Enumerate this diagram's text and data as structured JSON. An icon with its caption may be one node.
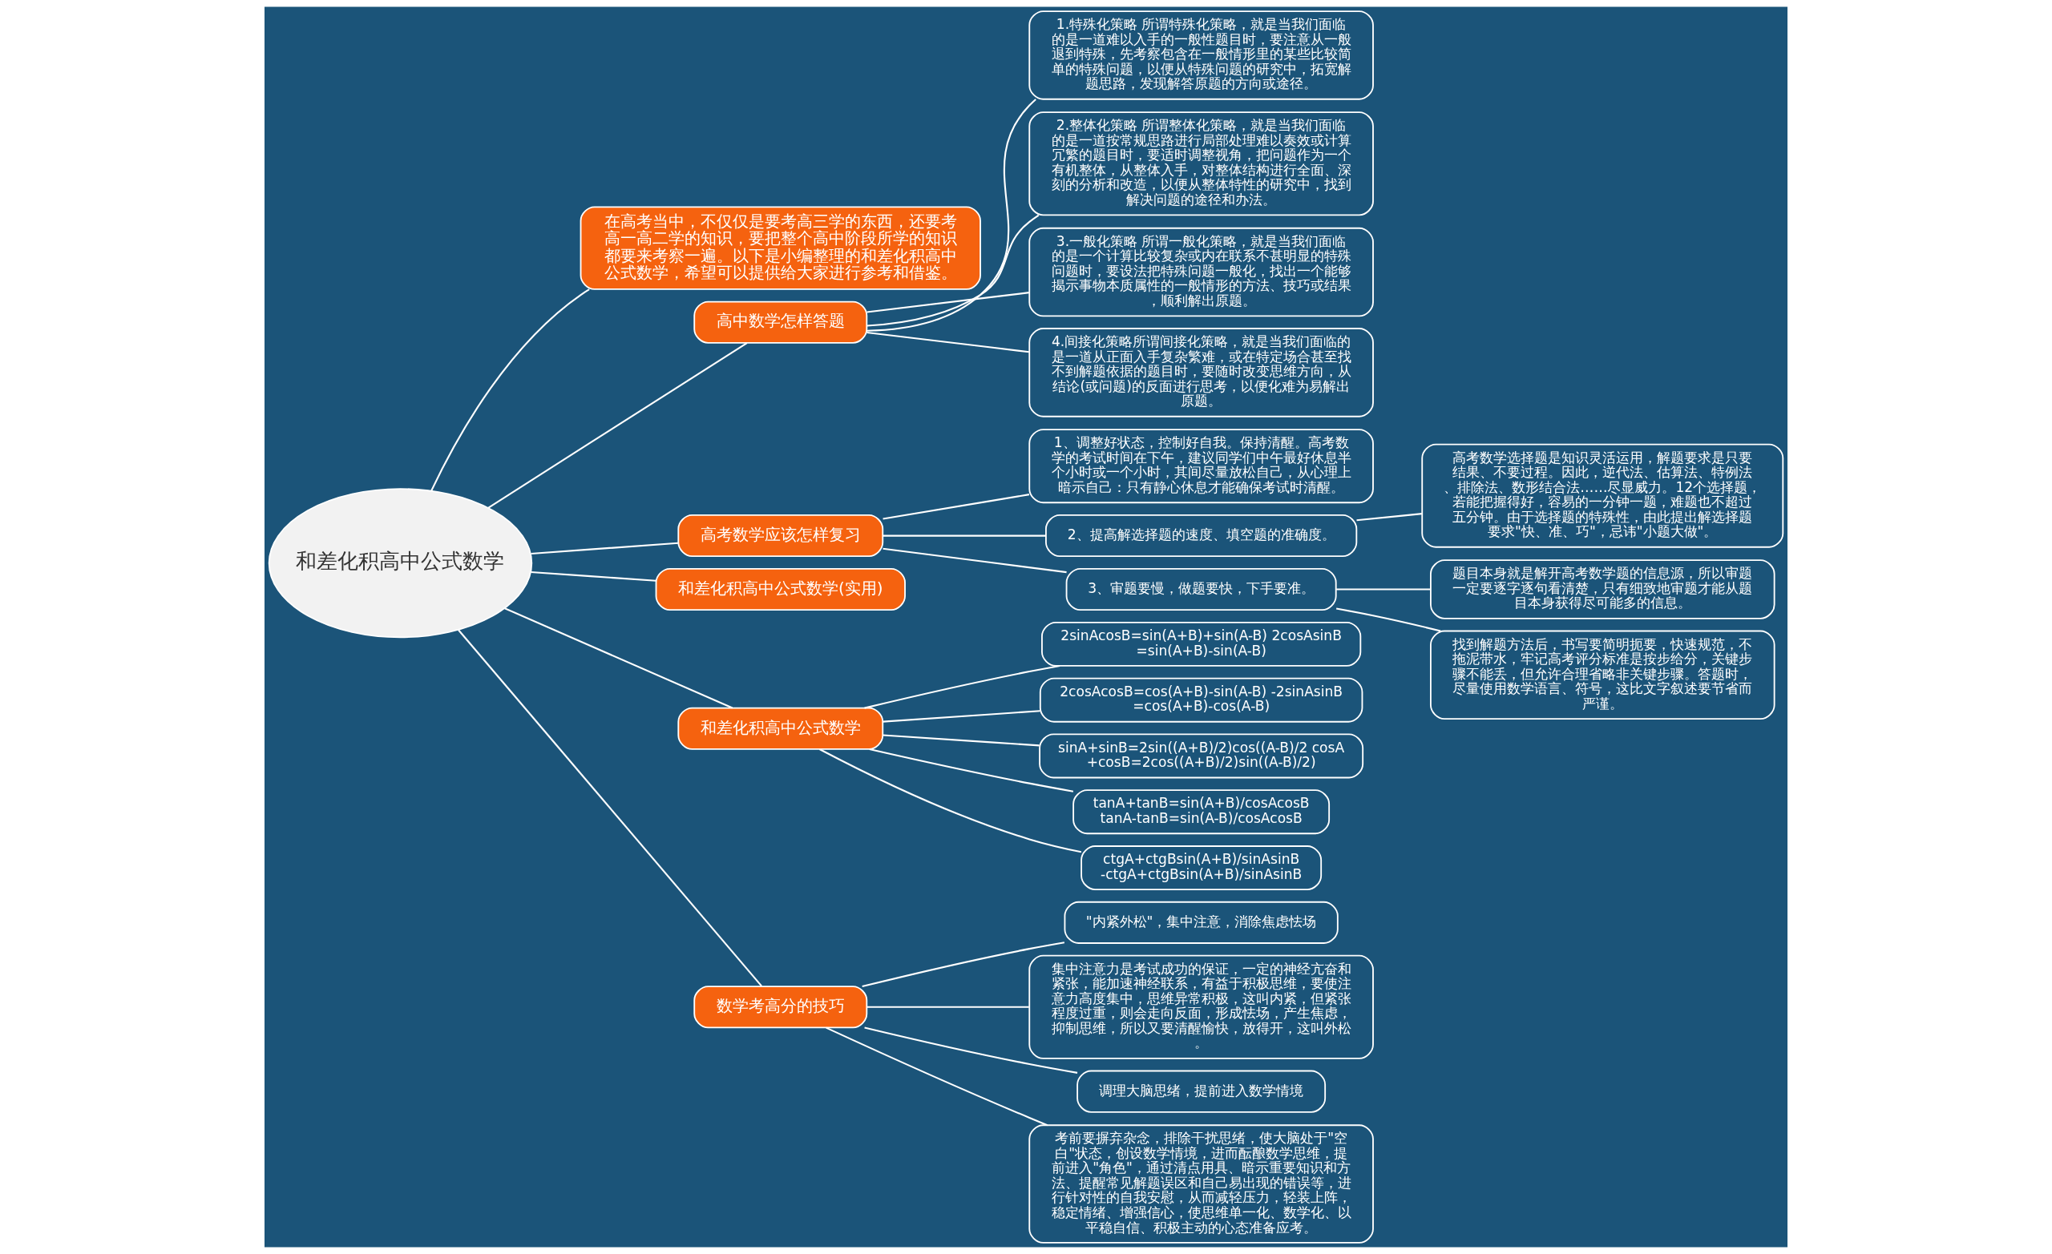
{
  "diagram": {
    "nodes": [
      {
        "text": [
          "和差化积高中公式数学"
        ]
      },
      {
        "text": [
          "在高考当中，不仅仅是要考高三学的东西，还要考高一高二学的知识，要把整个高中阶段所学的知识都要来考察一遍。以下是小编整理的和差化积高中公式数学，希望可以提供给大家进行参考和借鉴。"
        ]
      },
      {
        "text": [
          "高中数学怎样答题"
        ]
      },
      {
        "text": [
          "1.特殊化策略 所谓特殊化策略，就是当我们面临的是一道难以入手的一般性题目时，要注意从一般退到特殊，先考察包含在一般情形里的某些比较简单的特殊问题，以便从特殊问题的研究中，拓宽解题思路，发现解答原题的方向或途径。"
        ]
      },
      {
        "text": [
          "2.整体化策略 所谓整体化策略，就是当我们面临的是一道按常规思路进行局部处理难以奏效或计算冗繁的题目时，要适时调整视角，把问题作为一个有机整体，从整体入手，对整体结构进行全面、深刻的分析和改造，以便从整体特性的研究中，找到解决问题的途径和办法。"
        ]
      },
      {
        "text": [
          "3.一般化策略 所谓一般化策略，就是当我们面临的是一个计算比较复杂或内在联系不甚明显的特殊问题时，要设法把特殊问题一般化，找出一个能够揭示事物本质属性的一般情形的方法、技巧或结果，顺利解出原题。"
        ]
      },
      {
        "text": [
          "4.间接化策略所谓间接化策略，就是当我们面临的是一道从正面入手复杂繁难，或在特定场合甚至找不到解题依据的题目时，要随时改变思维方向，从结论(或问题)的反面进行思考，以便化难为易解出原题。"
        ]
      },
      {
        "text": [
          "高考数学应该怎样复习"
        ]
      },
      {
        "text": [
          "1、调整好状态，控制好自我。保持清醒。高考数学的考试时间在下午，建议同学们中午最好休息半个小时或一个小时，其间尽量放松自己，从心理上暗示自己：只有静心休息才能确保考试时清醒。"
        ]
      },
      {
        "text": [
          "2、提高解选择题的速度、填空题的准确度。"
        ]
      },
      {
        "text": [
          "高考数学选择题是知识灵活运用，解题要求是只要结果、不要过程。因此，逆代法、估算法、特例法、排除法、数形结合法……尽显威力。12个选择题，若能把握得好，容易的一分钟一题，难题也不超过五分钟。由于选择题的特殊性，由此提出解选择题要求\"快、准、巧\"，忌讳\"小题大做\"。"
        ]
      },
      {
        "text": [
          "3、审题要慢，做题要快，下手要准。"
        ]
      },
      {
        "text": [
          "题目本身就是解开高考数学题的信息源，所以审题一定要逐字逐句看清楚，只有细致地审题才能从题目本身获得尽可能多的信息。"
        ]
      },
      {
        "text": [
          "找到解题方法后，书写要简明扼要，快速规范，不拖泥带水，牢记高考评分标准是按步给分，关键步骤不能丢，但允许合理省略非关键步骤。答题时，尽量使用数学语言、符号，这比文字叙述要节省而严谨。"
        ]
      },
      {
        "text": [
          "和差化积高中公式数学(实用)"
        ]
      },
      {
        "text": [
          "和差化积高中公式数学"
        ]
      },
      {
        "text": [
          "2sinAcosB=sin(A+B)+sin(A-B) 2cosAsinB =sin(A+B)-sin(A-B)"
        ]
      },
      {
        "text": [
          "2cosAcosB=cos(A+B)-sin(A-B) -2sinAsinB =cos(A+B)-cos(A-B)"
        ]
      },
      {
        "text": [
          "sinA+sinB=2sin((A+B)/2)cos((A-B)/2 cosA +cosB=2cos((A+B)/2)sin((A-B)/2)"
        ]
      },
      {
        "text": [
          "tanA+tanB=sin(A+B)/cosAcosB tanA-tanB=sin(A-B)/cosAcosB"
        ]
      },
      {
        "text": [
          "ctgA+ctgBsin(A+B)/sinAsinB -ctgA+ctgBsin(A+B)/sinAsinB"
        ]
      },
      {
        "text": [
          "数学考高分的技巧"
        ]
      },
      {
        "text": [
          "\"内紧外松\"，集中注意，消除焦虑怯场"
        ]
      },
      {
        "text": [
          "集中注意力是考试成功的保证，一定的神经亢奋和紧张，能加速神经联系，有益于积极思维，要使注意力高度集中，思维异常积极，这叫内紧，但紧张程度过重，则会走向反面，形成怯场，产生焦虑，抑制思维，所以又要清醒愉快，放得开，这叫外松。"
        ]
      },
      {
        "text": [
          "调理大脑思绪，提前进入数学情境"
        ]
      },
      {
        "text": [
          "考前要摒弃杂念，排除干扰思绪，使大脑处于\"空白\"状态，创设数学情境，进而酝酿数学思维，提前进入\"角色\"，通过清点用具、暗示重要知识和方法、提醒常见解题误区和自己易出现的错误等，进行针对性的自我安慰，从而减轻压力，轻装上阵，稳定情绪、增强信心，使思维单一化、数学化、以平稳自信、积极主动的心态准备应考。"
        ]
      }
    ],
    "edges": [
      {
        "from": 0,
        "to": 1,
        "arrow": "none"
      },
      {
        "from": 0,
        "to": 2,
        "arrow": "none"
      },
      {
        "from": 2,
        "to": 3,
        "arrow": "none"
      },
      {
        "from": 2,
        "to": 4,
        "arrow": "none"
      },
      {
        "from": 2,
        "to": 5,
        "arrow": "none"
      },
      {
        "from": 2,
        "to": 6,
        "arrow": "none"
      },
      {
        "from": 0,
        "to": 7,
        "arrow": "none"
      },
      {
        "from": 7,
        "to": 8,
        "arrow": "none"
      },
      {
        "from": 7,
        "to": 9,
        "arrow": "none"
      },
      {
        "from": 9,
        "to": 10,
        "arrow": "none"
      },
      {
        "from": 7,
        "to": 11,
        "arrow": "none"
      },
      {
        "from": 11,
        "to": 12,
        "arrow": "none"
      },
      {
        "from": 11,
        "to": 13,
        "arrow": "none"
      },
      {
        "from": 0,
        "to": 14,
        "arrow": "none"
      },
      {
        "from": 0,
        "to": 15,
        "arrow": "none"
      },
      {
        "from": 15,
        "to": 16,
        "arrow": "none"
      },
      {
        "from": 15,
        "to": 17,
        "arrow": "none"
      },
      {
        "from": 15,
        "to": 18,
        "arrow": "none"
      },
      {
        "from": 15,
        "to": 19,
        "arrow": "none"
      },
      {
        "from": 15,
        "to": 20,
        "arrow": "none"
      },
      {
        "from": 0,
        "to": 21,
        "arrow": "none"
      },
      {
        "from": 21,
        "to": 22,
        "arrow": "none"
      },
      {
        "from": 21,
        "to": 23,
        "arrow": "none"
      },
      {
        "from": 21,
        "to": 24,
        "arrow": "none"
      },
      {
        "from": 21,
        "to": 25,
        "arrow": "none"
      }
    ]
  }
}
